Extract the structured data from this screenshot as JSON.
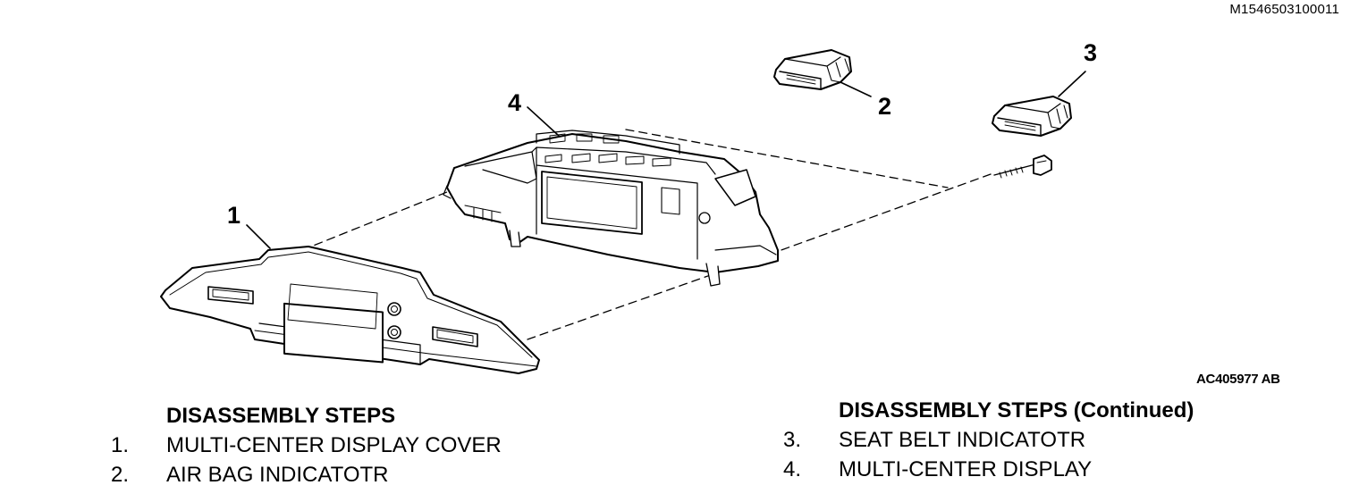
{
  "header": {
    "document_id": "M1546503100011"
  },
  "figure": {
    "code": "AC405977 AB",
    "callouts": [
      "1",
      "2",
      "3",
      "4"
    ]
  },
  "steps_left": {
    "title": "DISASSEMBLY STEPS",
    "items": [
      {
        "number": "1.",
        "label": "MULTI-CENTER DISPLAY COVER"
      },
      {
        "number": "2.",
        "label": "AIR BAG INDICATOTR"
      }
    ]
  },
  "steps_right": {
    "title": "DISASSEMBLY STEPS (Continued)",
    "items": [
      {
        "number": "3.",
        "label": "SEAT BELT INDICATOTR"
      },
      {
        "number": "4.",
        "label": "MULTI-CENTER DISPLAY"
      }
    ]
  }
}
